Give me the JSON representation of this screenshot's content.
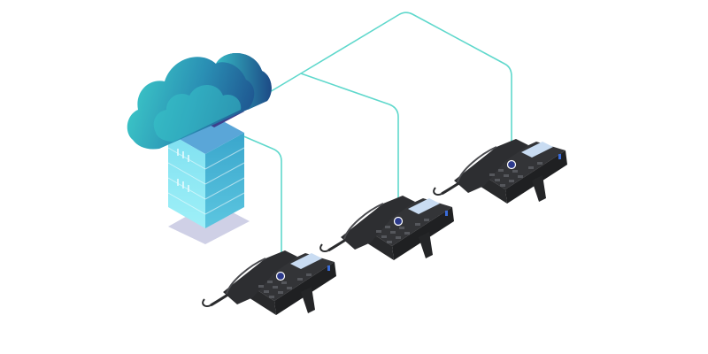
{
  "diagram": {
    "type": "cloud-pbx-network",
    "nodes": [
      {
        "id": "cloud",
        "icon": "cloud-icon"
      },
      {
        "id": "server",
        "icon": "server-rack-icon"
      },
      {
        "id": "phone-1",
        "icon": "ip-desk-phone-icon"
      },
      {
        "id": "phone-2",
        "icon": "ip-desk-phone-icon"
      },
      {
        "id": "phone-3",
        "icon": "ip-desk-phone-icon"
      }
    ],
    "connections": [
      {
        "from": "server",
        "to": "phone-1"
      },
      {
        "from": "server",
        "to": "phone-2"
      },
      {
        "from": "server",
        "to": "phone-3"
      }
    ]
  },
  "colors": {
    "background": "#ffffff",
    "link_line": "#5fd8cc",
    "cloud_light": "#3fd2cb",
    "cloud_dark": "#1d4f8c",
    "server_light": "#8fe6f4",
    "server_dark": "#2a86b2",
    "server_base": "#cfd0e6",
    "phone_body": "#3a3b3e",
    "phone_dark": "#1c1d1f",
    "port_dot": "#2c3a8c",
    "screen": "#c9dcf2"
  }
}
